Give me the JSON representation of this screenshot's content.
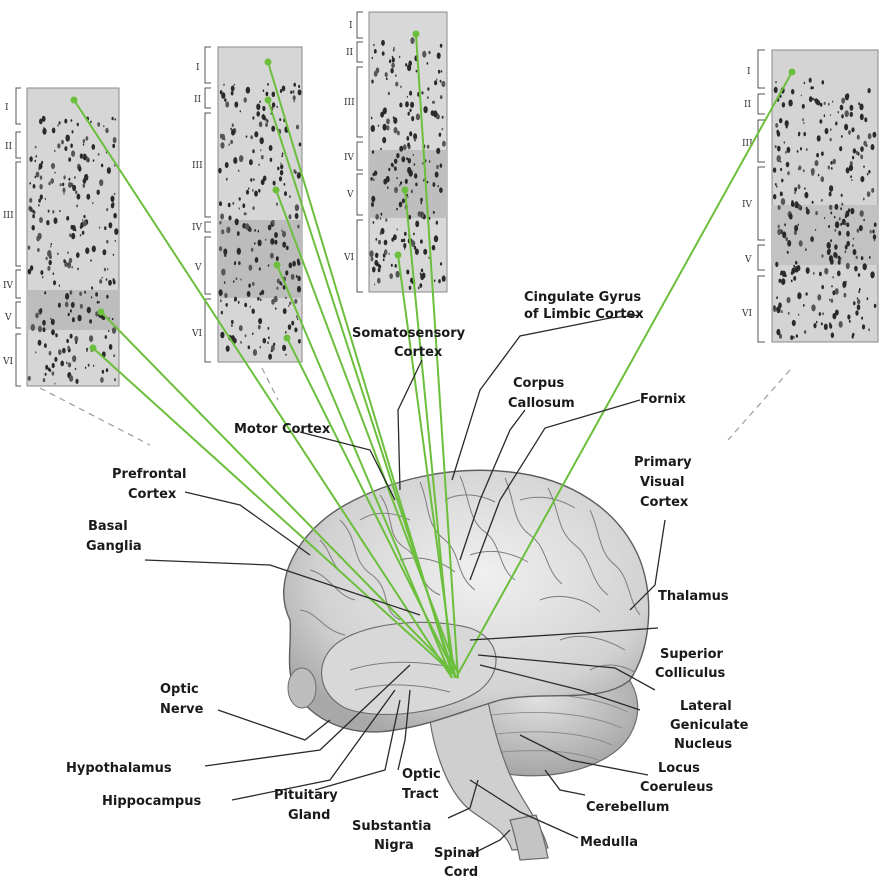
{
  "colors": {
    "projection_line": "#6cbf3c",
    "label_text": "#1a1a1a",
    "panel_background": "#d4d4d4",
    "brain_fill": "#dcdcdc"
  },
  "cortex_panels": [
    {
      "layers": [
        "I",
        "II",
        "III",
        "IV",
        "V",
        "VI"
      ]
    },
    {
      "layers": [
        "I",
        "II",
        "III",
        "IV",
        "V",
        "VI"
      ]
    },
    {
      "layers": [
        "I",
        "II",
        "III",
        "IV",
        "V",
        "VI"
      ]
    },
    {
      "layers": [
        "I",
        "II",
        "III",
        "IV",
        "V",
        "VI"
      ]
    }
  ],
  "labels": {
    "cingulate_gyrus": [
      "Cingulate Gyrus",
      "of Limbic Cortex"
    ],
    "somatosensory_cortex": [
      "Somatosensory",
      "Cortex"
    ],
    "corpus_callosum": [
      "Corpus",
      "Callosum"
    ],
    "fornix": "Fornix",
    "motor_cortex": "Motor Cortex",
    "primary_visual_cortex": [
      "Primary",
      "Visual",
      "Cortex"
    ],
    "prefrontal_cortex": [
      "Prefrontal",
      "Cortex"
    ],
    "basal_ganglia": [
      "Basal",
      "Ganglia"
    ],
    "thalamus": "Thalamus",
    "superior_colliculus": [
      "Superior",
      "Colliculus"
    ],
    "optic_nerve": [
      "Optic",
      "Nerve"
    ],
    "lateral_geniculate_nucleus": [
      "Lateral",
      "Geniculate",
      "Nucleus"
    ],
    "hypothalamus": "Hypothalamus",
    "locus_coeruleus": [
      "Locus",
      "Coeruleus"
    ],
    "optic_tract": [
      "Optic",
      "Tract"
    ],
    "hippocampus": "Hippocampus",
    "pituitary_gland": [
      "Pituitary",
      "Gland"
    ],
    "cerebellum": "Cerebellum",
    "substantia_nigra": [
      "Substantia",
      "Nigra"
    ],
    "medulla": "Medulla",
    "spinal_cord": [
      "Spinal",
      "Cord"
    ]
  }
}
